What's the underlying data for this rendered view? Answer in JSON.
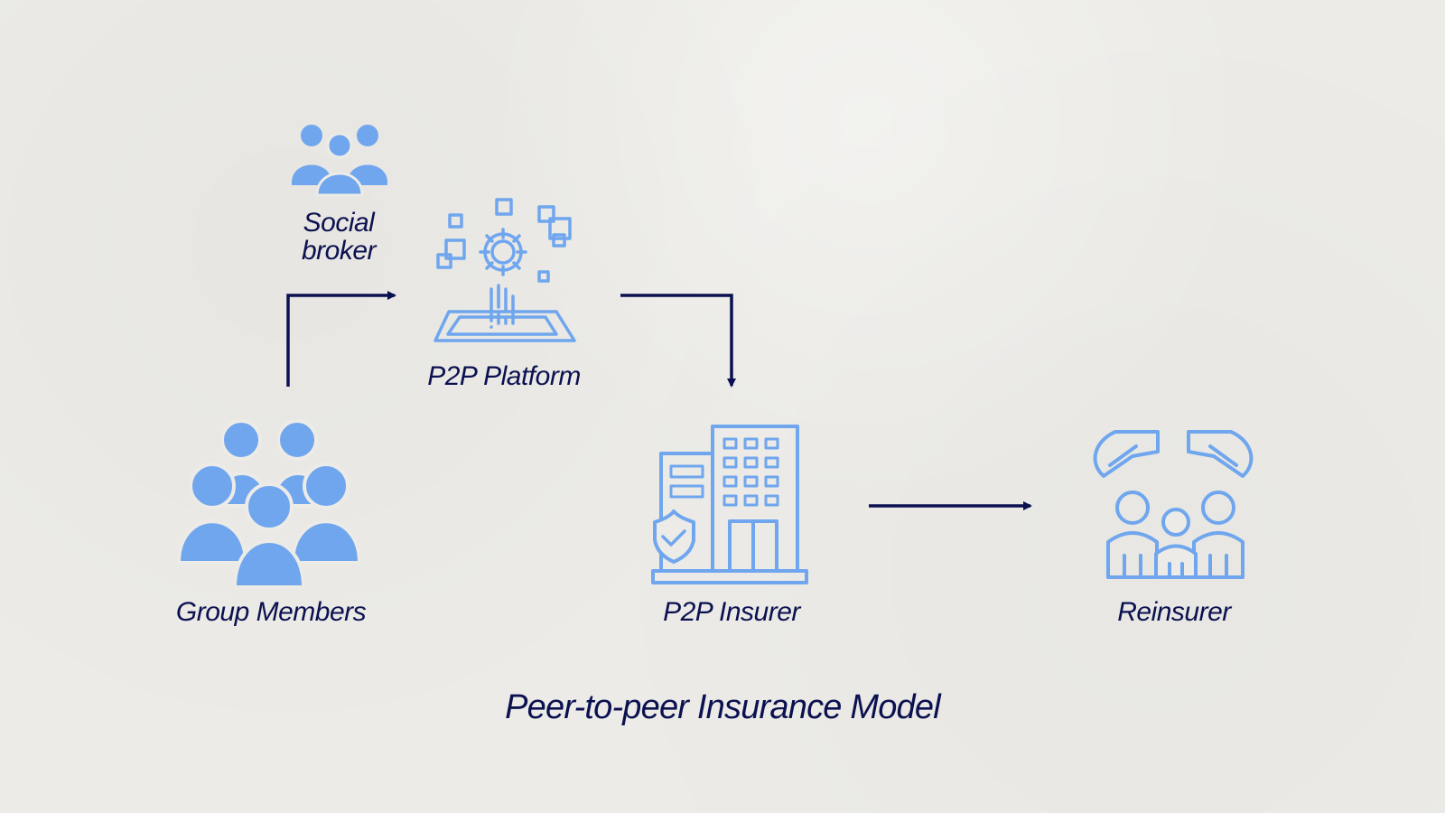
{
  "colors": {
    "icon": "#6fa6ee",
    "text": "#0b1150",
    "arrow": "#0b1150",
    "background": "#ecebe7"
  },
  "diagram": {
    "title": "Peer-to-peer Insurance Model",
    "nodes": {
      "social_broker": {
        "label": "Social\nbroker",
        "icon": "people-group-icon"
      },
      "p2p_platform": {
        "label": "P2P Platform",
        "icon": "digital-platform-icon"
      },
      "group_members": {
        "label": "Group Members",
        "icon": "crowd-icon"
      },
      "p2p_insurer": {
        "label": "P2P Insurer",
        "icon": "insurance-building-icon"
      },
      "reinsurer": {
        "label": "Reinsurer",
        "icon": "protected-family-icon"
      }
    },
    "edges": [
      {
        "from": "Group Members",
        "to": "P2P Platform"
      },
      {
        "from": "P2P Platform",
        "to": "P2P Insurer"
      },
      {
        "from": "P2P Insurer",
        "to": "Reinsurer"
      }
    ]
  }
}
